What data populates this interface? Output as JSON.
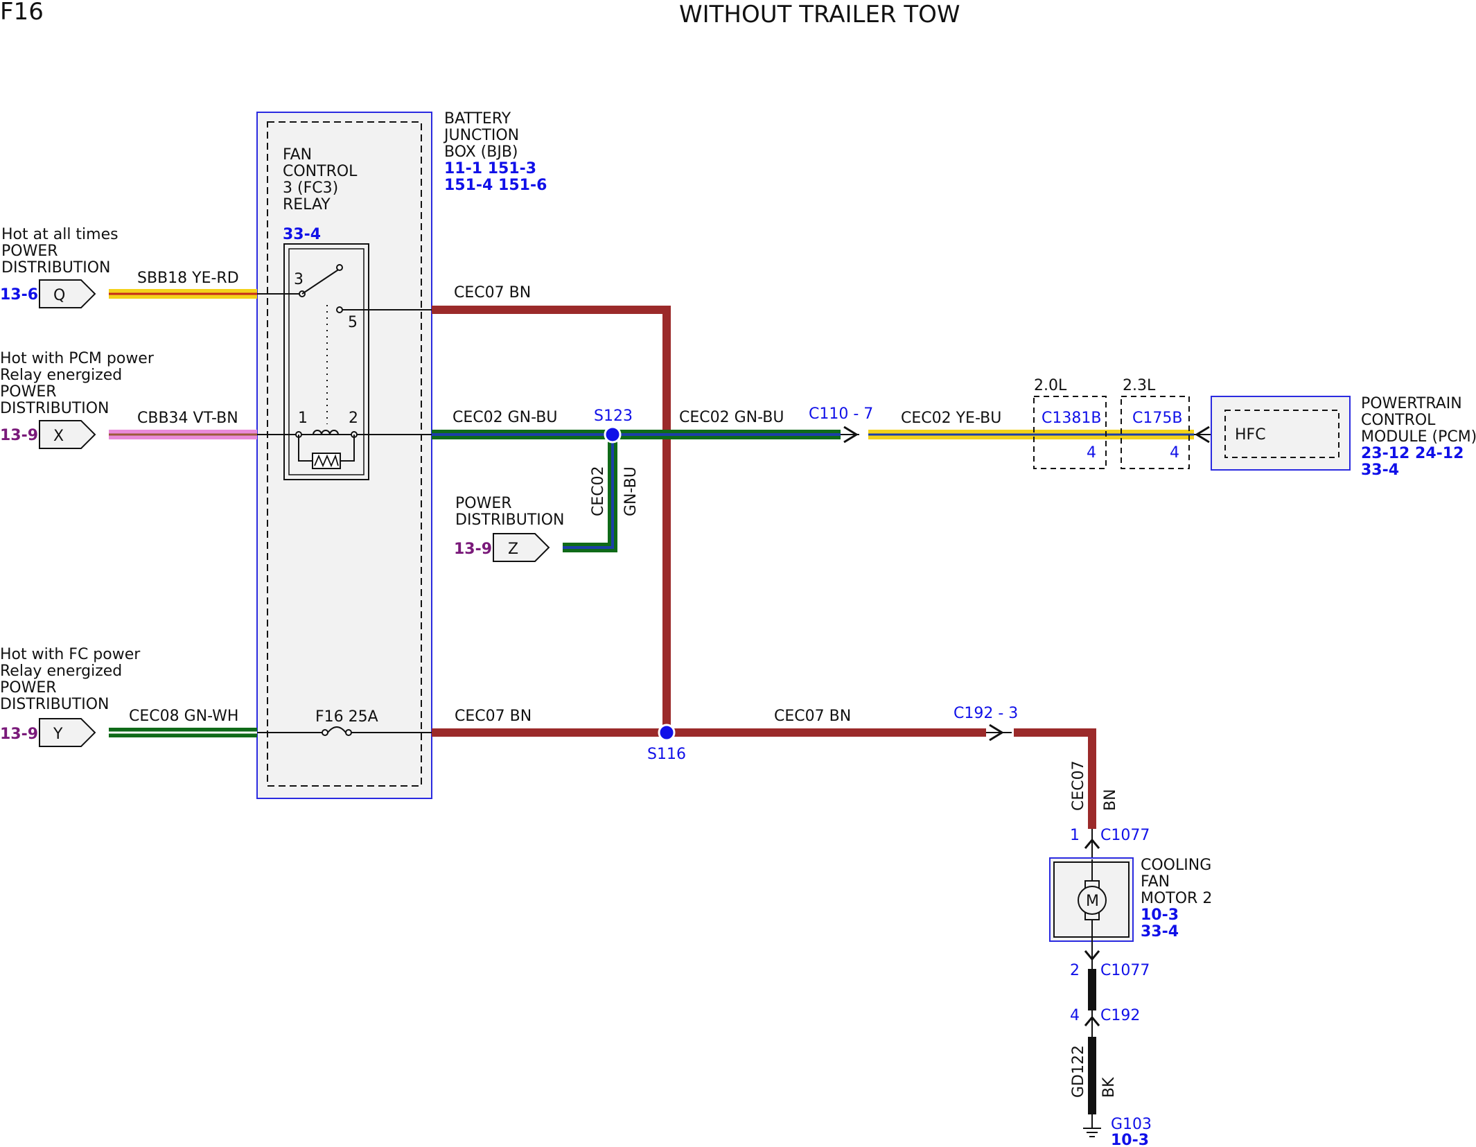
{
  "page": {
    "id": "F16",
    "title": "WITHOUT TRAILER TOW"
  },
  "colors": {
    "ref_blue": "#1010e8",
    "ref_purple": "#7a1a7a",
    "wire_bn": "#9b2a2a",
    "wire_gn": "#0f6a18",
    "wire_bu": "#1c3fa8",
    "wire_ye": "#f3d21a",
    "wire_pink": "#e98ad8",
    "wire_bk": "#111111",
    "box_border": "#2a2ae0",
    "box_fill": "#f2f2f2"
  },
  "bjb": {
    "name": [
      "BATTERY",
      "JUNCTION",
      "BOX (BJB)"
    ],
    "refs": [
      "11-1  151-3",
      "151-4 151-6"
    ]
  },
  "relay": {
    "name": [
      "FAN",
      "CONTROL",
      "3 (FC3)",
      "RELAY"
    ],
    "ref": "33-4",
    "pins": {
      "p3": "3",
      "p5": "5",
      "p1": "1",
      "p2": "2"
    }
  },
  "fuse": {
    "label": "F16  25A"
  },
  "inputs": {
    "q": {
      "desc": [
        "Hot at all times",
        "POWER",
        "DISTRIBUTION"
      ],
      "ref": "13-6",
      "conn": "Q",
      "wire": "SBB18  YE-RD"
    },
    "x": {
      "desc": [
        "Hot with PCM power",
        "Relay energized",
        "POWER",
        "DISTRIBUTION"
      ],
      "ref": "13-9",
      "conn": "X",
      "wire": "CBB34  VT-BN"
    },
    "y": {
      "desc": [
        "Hot with FC power",
        "Relay energized",
        "POWER",
        "DISTRIBUTION"
      ],
      "ref": "13-9",
      "conn": "Y",
      "wire": "CEC08  GN-WH"
    },
    "z": {
      "desc": [
        "POWER",
        "DISTRIBUTION"
      ],
      "ref": "13-9",
      "conn": "Z"
    }
  },
  "wires": {
    "cec07_top": "CEC07  BN",
    "cec02_a": "CEC02  GN-BU",
    "cec02_b": "CEC02  GN-BU",
    "cec02_v1": "CEC02",
    "cec02_v2": "GN-BU",
    "cec02_c": "CEC02  YE-BU",
    "cec07_bot_a": "CEC07  BN",
    "cec07_bot_b": "CEC07  BN",
    "cec07_v1": "CEC07",
    "cec07_v2": "BN",
    "gd122_v1": "GD122",
    "gd122_v2": "BK"
  },
  "splices": {
    "s123": "S123",
    "s116": "S116"
  },
  "connectors": {
    "c110": "C110 - 7",
    "c192_3": "C192 - 3",
    "c1381b": "C1381B",
    "c1381b_pin": "4",
    "c1381b_eng": "2.0L",
    "c175b": "C175B",
    "c175b_pin": "4",
    "c175b_eng": "2.3L",
    "c1077_1_pin": "1",
    "c1077_1": "C1077",
    "c1077_2_pin": "2",
    "c1077_2": "C1077",
    "c192_4_pin": "4",
    "c192_4": "C192"
  },
  "pcm": {
    "name": [
      "POWERTRAIN",
      "CONTROL",
      "MODULE (PCM)"
    ],
    "refs": [
      "23-12 24-12",
      "33-4"
    ],
    "pin": "HFC"
  },
  "motor": {
    "name": [
      "COOLING",
      "FAN",
      "MOTOR 2"
    ],
    "refs": [
      "10-3",
      "33-4"
    ],
    "symbol": "M"
  },
  "ground": {
    "name": "G103",
    "ref": "10-3"
  }
}
